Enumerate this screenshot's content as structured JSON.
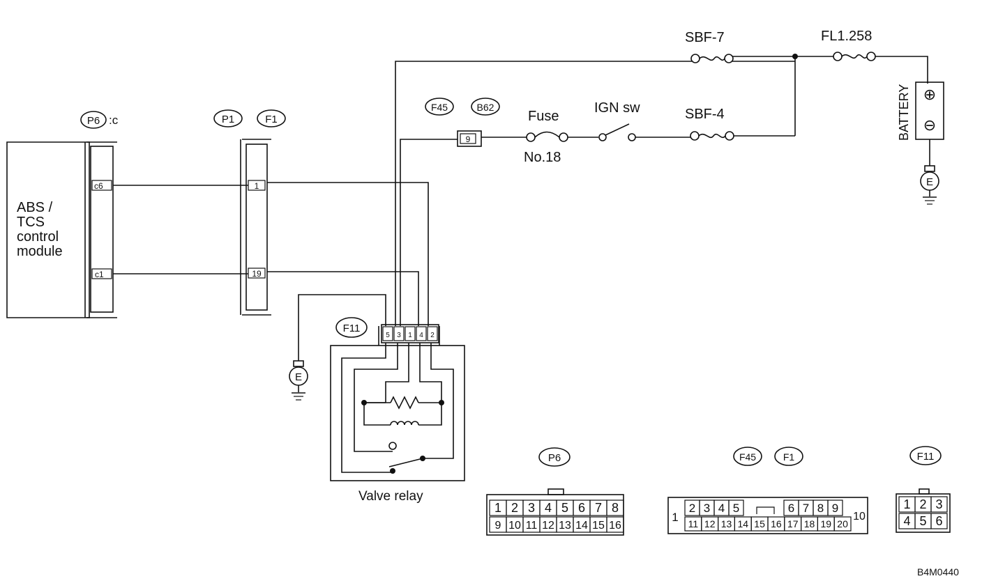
{
  "module": {
    "lines": [
      "ABS /",
      "TCS",
      "control",
      "module"
    ],
    "pin_c6": "c6",
    "pin_c1": "c1"
  },
  "connector_tags": {
    "p6c": "P6",
    "p6c_suffix": ":c",
    "p1": "P1",
    "f1": "F1",
    "f45": "F45",
    "b62": "B62",
    "f11": "F11",
    "e_left": "E",
    "e_battery": "E"
  },
  "p1_pins": {
    "top": "1",
    "bottom": "19"
  },
  "fuse_conn_pin": "9",
  "fuse": {
    "label": "Fuse",
    "number": "No.18"
  },
  "ign": "IGN sw",
  "sbf7": "SBF-7",
  "sbf4": "SBF-4",
  "fl": "FL1.258",
  "battery": {
    "label": "BATTERY",
    "plus": "⊕",
    "minus": "⊖"
  },
  "relay": {
    "label": "Valve relay",
    "pins": [
      "5",
      "3",
      "1",
      "4",
      "2"
    ]
  },
  "legend": {
    "p6": {
      "tag": "P6",
      "row1": [
        "1",
        "2",
        "3",
        "4",
        "5",
        "6",
        "7",
        "8"
      ],
      "row2": [
        "9",
        "10",
        "11",
        "12",
        "13",
        "14",
        "15",
        "16"
      ]
    },
    "f45": "F45",
    "f1": "F1",
    "f45f1": {
      "left": "1",
      "right": "10",
      "row1a": [
        "2",
        "3",
        "4",
        "5"
      ],
      "row1b": [
        "6",
        "7",
        "8",
        "9"
      ],
      "row2": [
        "11",
        "12",
        "13",
        "14",
        "15",
        "16",
        "17",
        "18",
        "19",
        "20"
      ]
    },
    "f11": {
      "tag": "F11",
      "row1": [
        "1",
        "2",
        "3"
      ],
      "row2": [
        "4",
        "5",
        "6"
      ]
    }
  },
  "ref": "B4M0440"
}
